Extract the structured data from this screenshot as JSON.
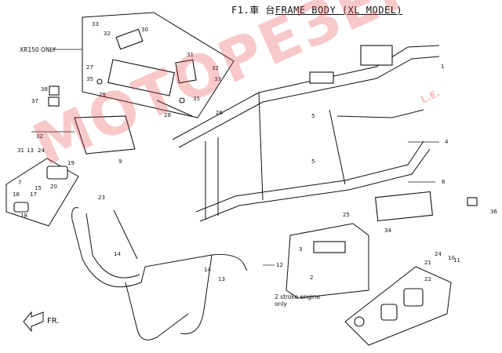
{
  "diagram": {
    "title_code": "F1.",
    "title_cjk": "車 台",
    "title_text": "FRAME BODY (XL MODEL)",
    "inset_label": "XR150 ONLY",
    "engine_note_line1": "2 stroke engine",
    "engine_note_line2": "only",
    "direction_label": "FR.",
    "watermark": "МОТОРЕЗЕРВ",
    "watermark_suffix": "L.E.",
    "part_numbers": [
      "33",
      "30",
      "32",
      "31",
      "32",
      "33",
      "27",
      "35",
      "29",
      "28",
      "35",
      "38",
      "37",
      "26",
      "32",
      "31",
      "13",
      "24",
      "9",
      "1",
      "5",
      "4",
      "5",
      "6",
      "7",
      "19",
      "20",
      "23",
      "14",
      "15",
      "16",
      "17",
      "18",
      "10",
      "11",
      "12",
      "13",
      "14",
      "21",
      "22",
      "24",
      "25",
      "34",
      "36",
      "2",
      "3"
    ]
  }
}
